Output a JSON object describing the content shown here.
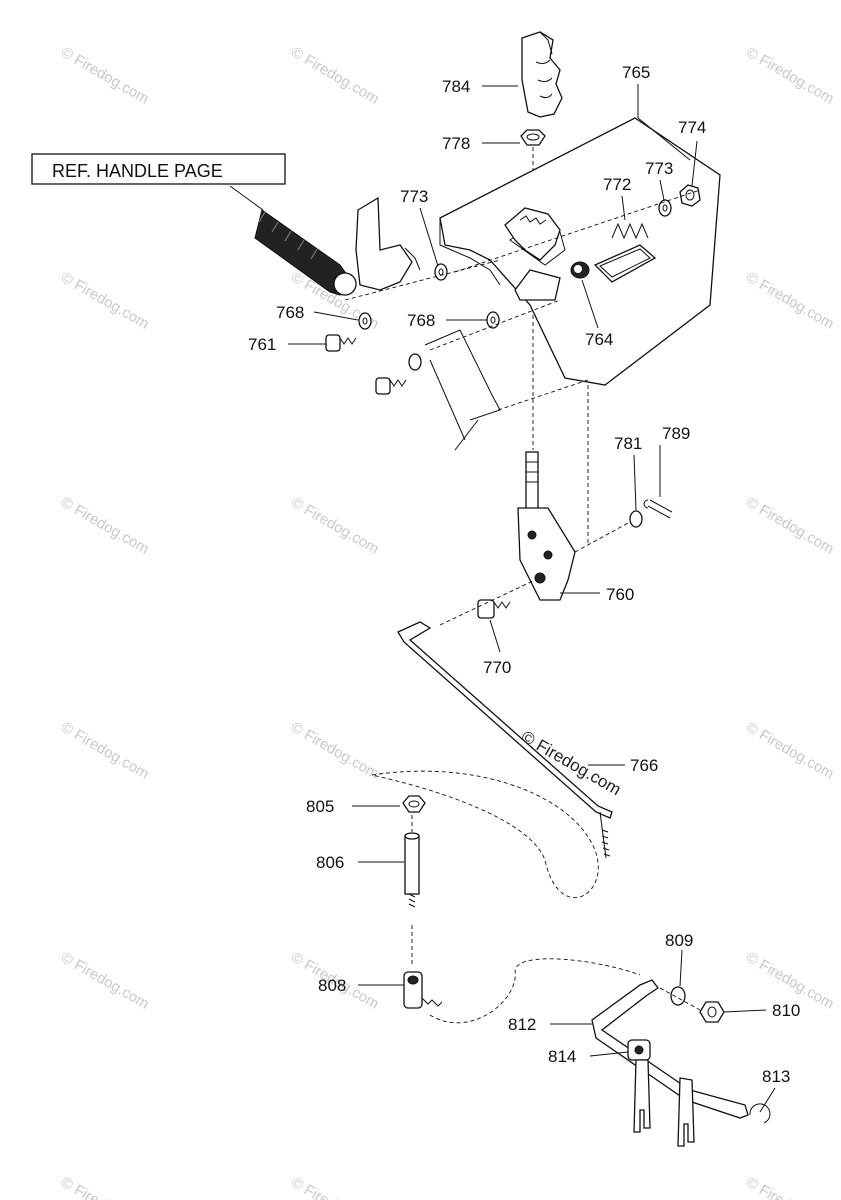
{
  "reference_box": {
    "text": "REF. HANDLE PAGE"
  },
  "watermark": {
    "text": "© Firedog.com"
  },
  "callouts": [
    {
      "id": "784",
      "text": "784"
    },
    {
      "id": "765",
      "text": "765"
    },
    {
      "id": "778",
      "text": "778"
    },
    {
      "id": "774",
      "text": "774"
    },
    {
      "id": "773a",
      "text": "773"
    },
    {
      "id": "772",
      "text": "772"
    },
    {
      "id": "773b",
      "text": "773"
    },
    {
      "id": "768a",
      "text": "768"
    },
    {
      "id": "768b",
      "text": "768"
    },
    {
      "id": "761",
      "text": "761"
    },
    {
      "id": "764",
      "text": "764"
    },
    {
      "id": "781",
      "text": "781"
    },
    {
      "id": "789",
      "text": "789"
    },
    {
      "id": "760",
      "text": "760"
    },
    {
      "id": "770",
      "text": "770"
    },
    {
      "id": "766",
      "text": "766"
    },
    {
      "id": "805",
      "text": "805"
    },
    {
      "id": "806",
      "text": "806"
    },
    {
      "id": "808",
      "text": "808"
    },
    {
      "id": "809",
      "text": "809"
    },
    {
      "id": "810",
      "text": "810"
    },
    {
      "id": "812",
      "text": "812"
    },
    {
      "id": "814",
      "text": "814"
    },
    {
      "id": "813",
      "text": "813"
    }
  ]
}
